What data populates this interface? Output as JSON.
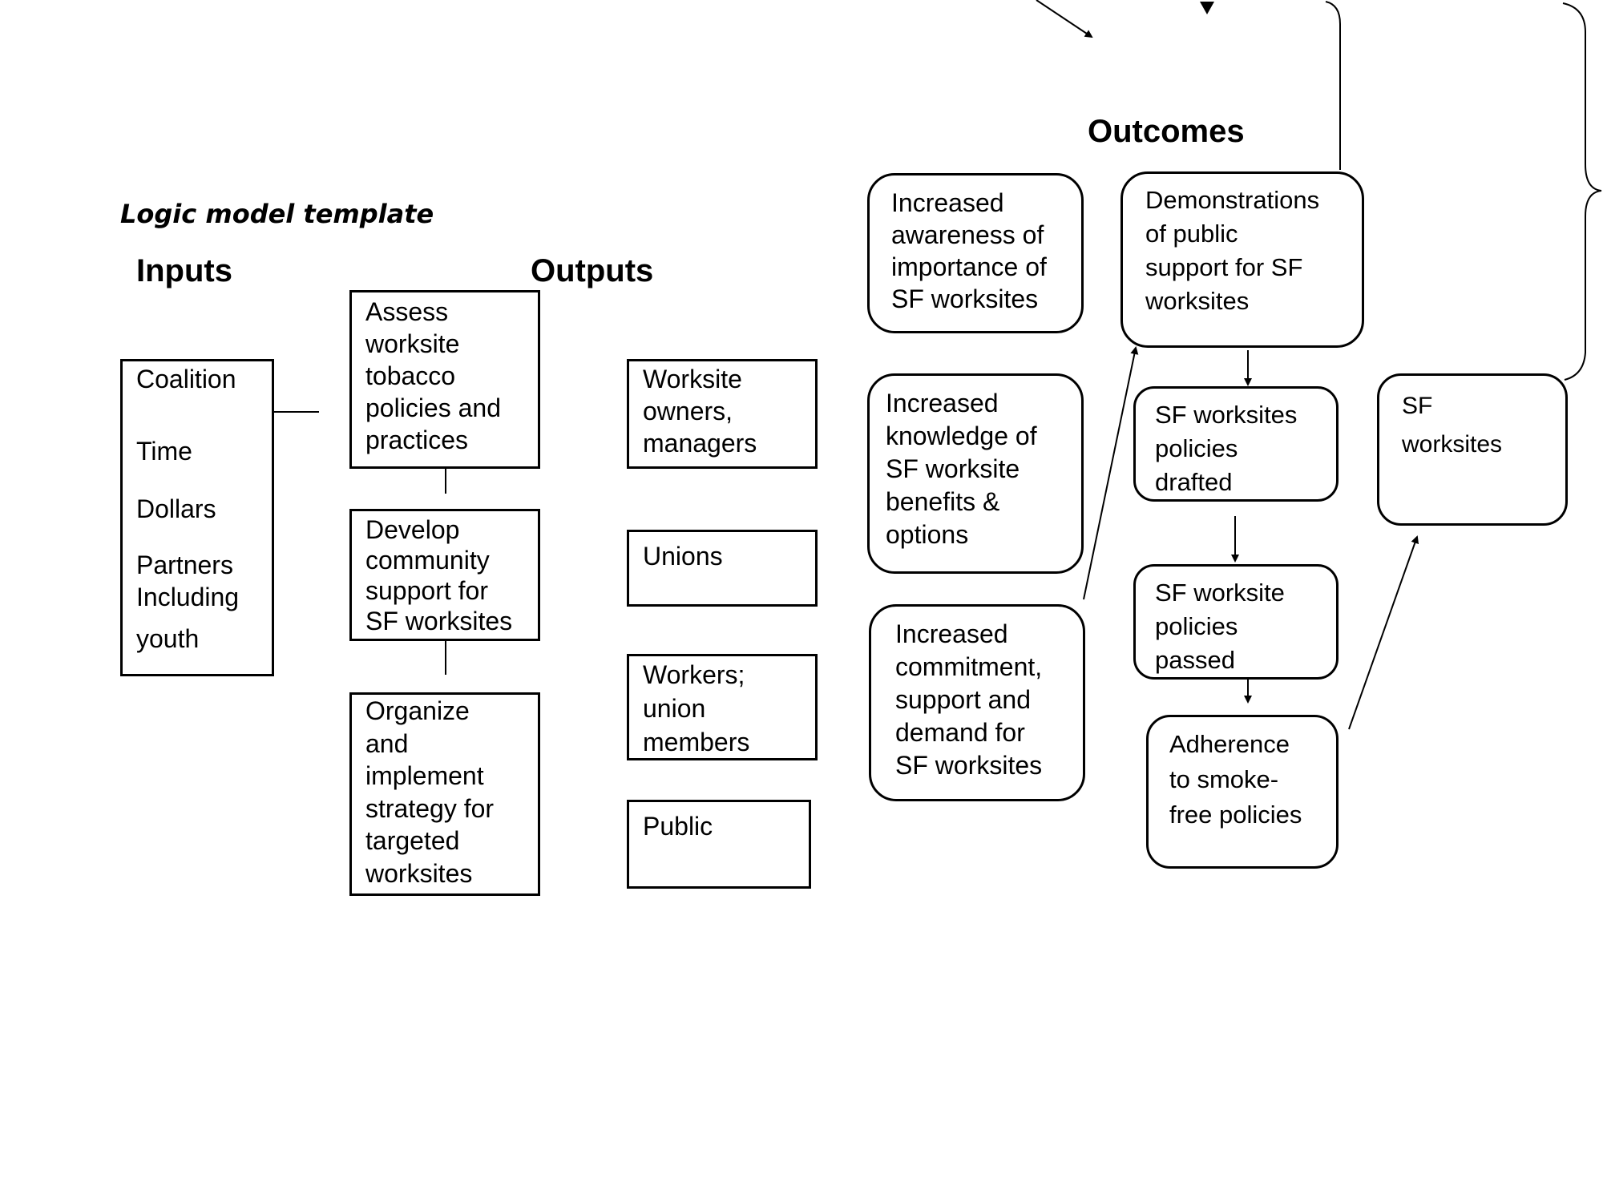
{
  "title": "Logic model template",
  "headings": {
    "inputs": "Inputs",
    "outputs": "Outputs",
    "outcomes": "Outcomes"
  },
  "inputs": {
    "items": [
      "Coalition",
      "Time",
      "Dollars",
      "Partners",
      "Including",
      "youth"
    ]
  },
  "activities": [
    {
      "text": "Assess\nworksite\ntobacco\npolicies and\npractices"
    },
    {
      "text": "Develop\ncommunity\nsupport for\nSF worksites"
    },
    {
      "text": "Organize\nand\nimplement\nstrategy for\ntargeted\nworksites"
    }
  ],
  "audiences": [
    {
      "text": "Worksite\nowners,\nmanagers"
    },
    {
      "text": "Unions"
    },
    {
      "text": "Workers;\nunion\nmembers"
    },
    {
      "text": "Public"
    }
  ],
  "outcomes_short": [
    {
      "text": "Increased\nawareness of\nimportance of\nSF worksites"
    },
    {
      "text": "Increased\nknowledge of\nSF worksite\nbenefits &\noptions"
    },
    {
      "text": "Increased\ncommitment,\nsupport and\ndemand for\nSF worksites"
    }
  ],
  "outcomes_mid": [
    {
      "text": "Demonstrations\nof public\nsupport for SF\nworksites"
    },
    {
      "text": "SF worksites\npolicies\ndrafted"
    },
    {
      "text": "SF worksite\npolicies\npassed"
    },
    {
      "text": "Adherence\nto smoke-\nfree policies"
    }
  ],
  "outcomes_long": [
    {
      "text": "SF\nworksites"
    }
  ]
}
